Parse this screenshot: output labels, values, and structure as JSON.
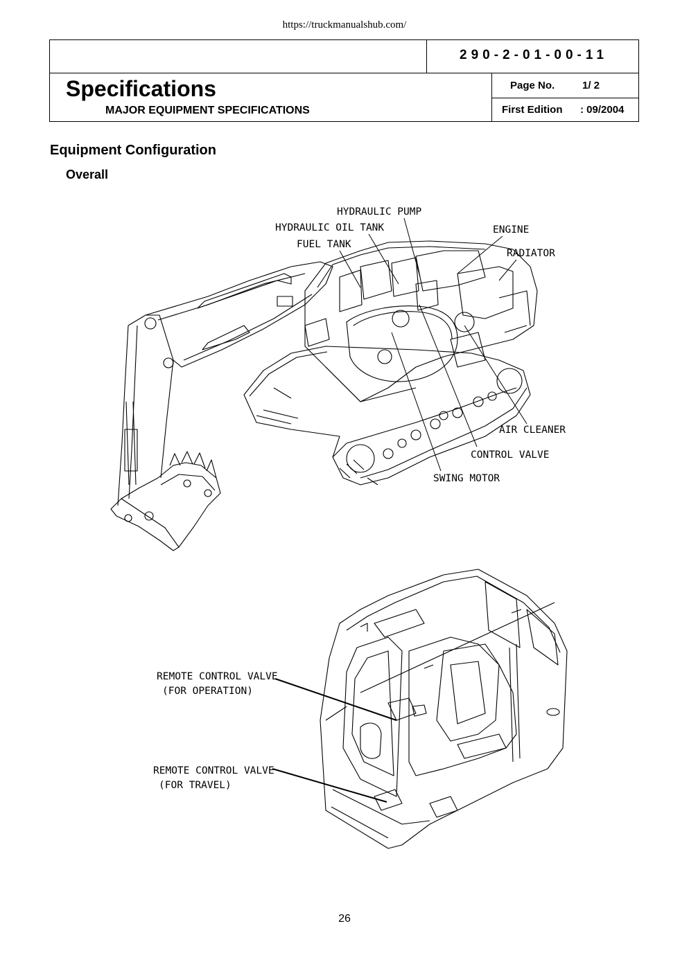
{
  "source_url": "https://truckmanualshub.com/",
  "header": {
    "doc_number": "290-2-01-00-11",
    "title": "Specifications",
    "subtitle": "MAJOR EQUIPMENT SPECIFICATIONS",
    "page_label": "Page No.",
    "page_value": "1/ 2",
    "edition_label": "First Edition",
    "edition_value": ": 09/2004"
  },
  "section_title": "Equipment Configuration",
  "subsection_title": "Overall",
  "figure1": {
    "labels": {
      "hydraulic_pump": "HYDRAULIC PUMP",
      "hydraulic_oil_tank": "HYDRAULIC OIL TANK",
      "fuel_tank": "FUEL TANK",
      "engine": "ENGINE",
      "radiator": "RADIATOR",
      "air_cleaner": "AIR CLEANER",
      "control_valve": "CONTROL VALVE",
      "swing_motor": "SWING MOTOR"
    }
  },
  "figure2": {
    "labels": {
      "rcv_operation_1": "REMOTE CONTROL VALVE",
      "rcv_operation_2": "(FOR OPERATION)",
      "rcv_travel_1": "REMOTE CONTROL VALVE",
      "rcv_travel_2": "(FOR TRAVEL)"
    }
  },
  "page_number": "26"
}
